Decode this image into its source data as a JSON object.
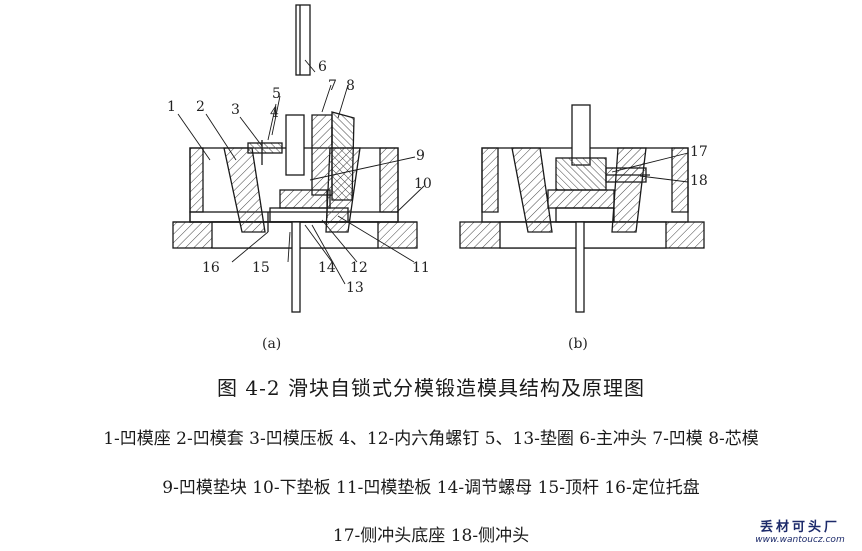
{
  "figure": {
    "labels_a": [
      "1",
      "2",
      "3",
      "4",
      "5",
      "6",
      "7",
      "8",
      "9",
      "10",
      "11",
      "12",
      "13",
      "14",
      "15",
      "16"
    ],
    "labels_b": [
      "17",
      "18"
    ],
    "sub_a": "(a)",
    "sub_b": "(b)"
  },
  "caption": "图 4-2  滑块自锁式分模锻造模具结构及原理图",
  "legend": {
    "line1": "1-凹模座  2-凹模套  3-凹模压板  4、12-内六角螺钉  5、13-垫圈  6-主冲头  7-凹模  8-芯模",
    "line2": "9-凹模垫块  10-下垫板  11-凹模垫板  14-调节螺母  15-顶杆  16-定位托盘",
    "line3": "17-侧冲头底座  18-侧冲头"
  },
  "watermark": {
    "name": "丢材可头厂",
    "url": "www.wantoucz.com"
  },
  "colors": {
    "line": "#1a1a1a",
    "hatch": "#444444"
  }
}
